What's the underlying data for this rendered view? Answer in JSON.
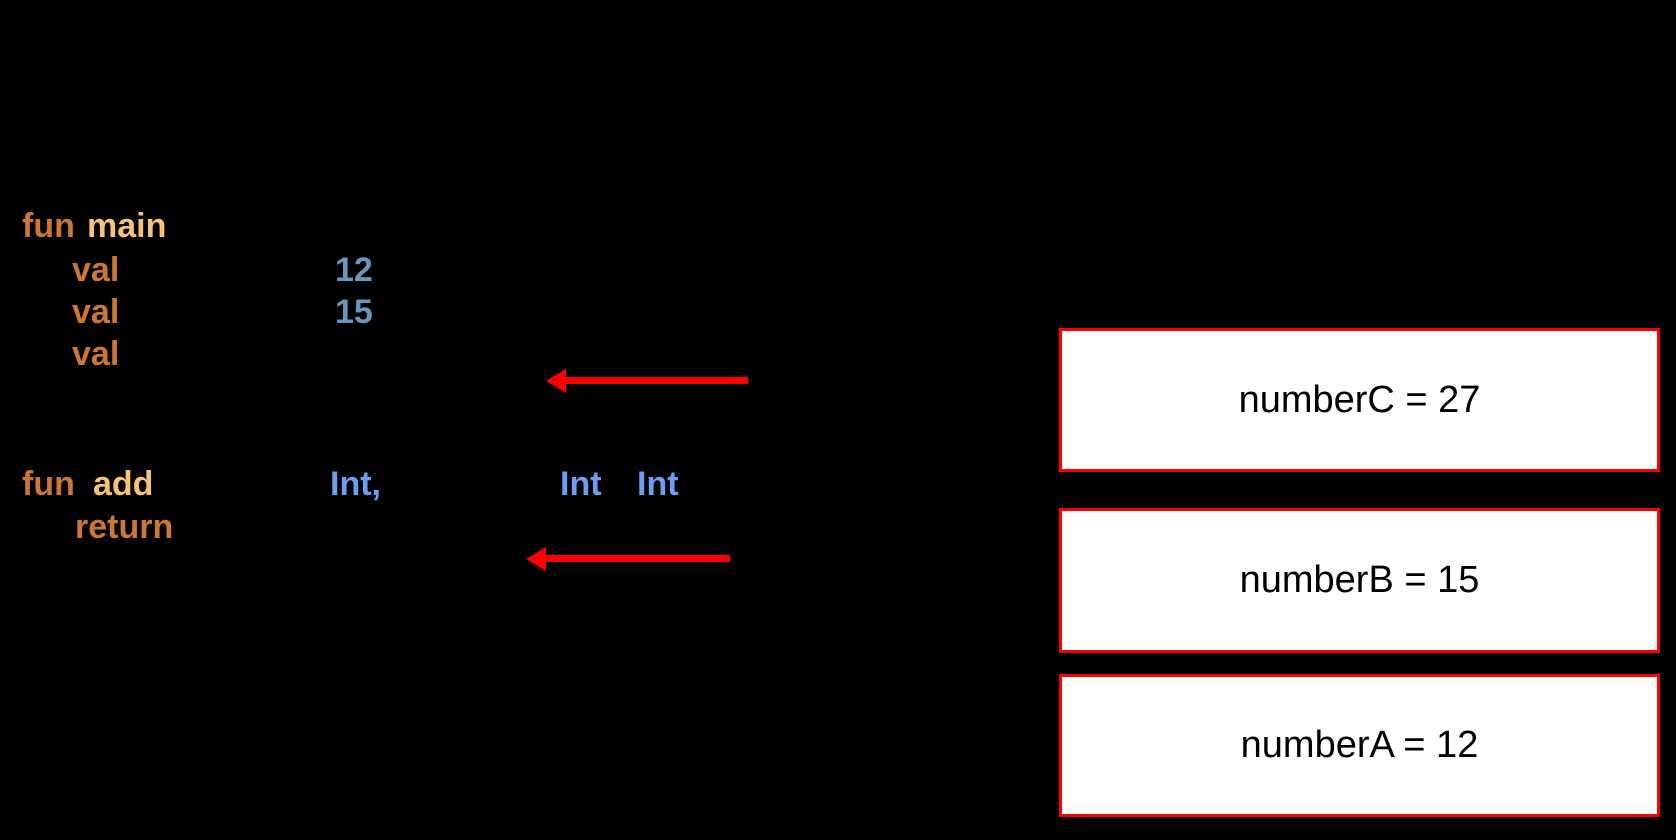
{
  "palette": {
    "background": "#000000",
    "keyword": "#CC7832",
    "function_name": "#F5C377",
    "number": "#6897BB",
    "type": "#6F9DF2",
    "arrow": "#FF0000",
    "box_border": "#FF0000",
    "box_fill": "#FFFFFF",
    "box_text": "#000000"
  },
  "code": {
    "tokens": [
      {
        "text": "fun"
      },
      {
        "text": "main"
      },
      {
        "text": "val"
      },
      {
        "text": "12"
      },
      {
        "text": "val"
      },
      {
        "text": "15"
      },
      {
        "text": "val"
      },
      {
        "text": "fun"
      },
      {
        "text": "add"
      },
      {
        "text": "Int,"
      },
      {
        "text": "Int"
      },
      {
        "text": "Int"
      },
      {
        "text": "return"
      }
    ]
  },
  "stack": {
    "frames": [
      {
        "label": "numberC = 27"
      },
      {
        "label": "numberB = 15"
      },
      {
        "label": "numberA = 12"
      }
    ]
  }
}
